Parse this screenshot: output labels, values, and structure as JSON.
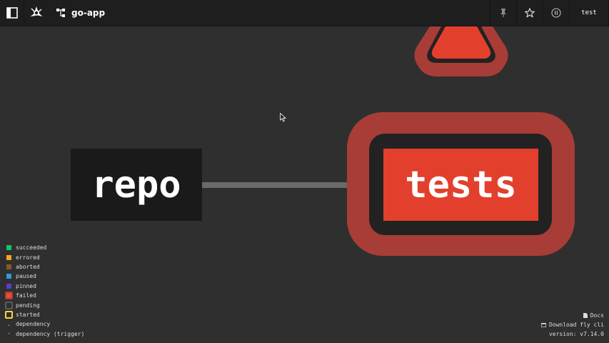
{
  "header": {
    "pipeline_name": "go-app",
    "user": "test",
    "icons": [
      "sidebar-toggle-icon",
      "concourse-logo-icon",
      "pipeline-icon",
      "pin-icon",
      "star-icon",
      "pause-icon"
    ]
  },
  "graph": {
    "jobs": [
      {
        "name": "repo",
        "status": "resource"
      },
      {
        "name": "tests",
        "status": "failed"
      }
    ]
  },
  "legend": [
    {
      "label": "succeeded",
      "color": "#11c560"
    },
    {
      "label": "errored",
      "color": "#f5a623"
    },
    {
      "label": "aborted",
      "color": "#8b572a"
    },
    {
      "label": "paused",
      "color": "#3498db"
    },
    {
      "label": "pinned",
      "color": "#5c3bd1"
    },
    {
      "label": "failed",
      "color": "#ed4b35"
    },
    {
      "label": "pending",
      "color": "#9b9b9b"
    },
    {
      "label": "started",
      "color": "#fad43b"
    },
    {
      "label": "dependency",
      "color": "#dcdcdc"
    },
    {
      "label": "dependency (trigger)",
      "color": "#dcdcdc"
    }
  ],
  "footer": {
    "docs": "Docs",
    "download": "Download fly cli",
    "version": "version: v7.14.0"
  },
  "colors": {
    "background": "#2f2f2f",
    "topbar": "#1e1e1e",
    "failed": "#e2402d",
    "failed_ring": "#a83d37"
  }
}
